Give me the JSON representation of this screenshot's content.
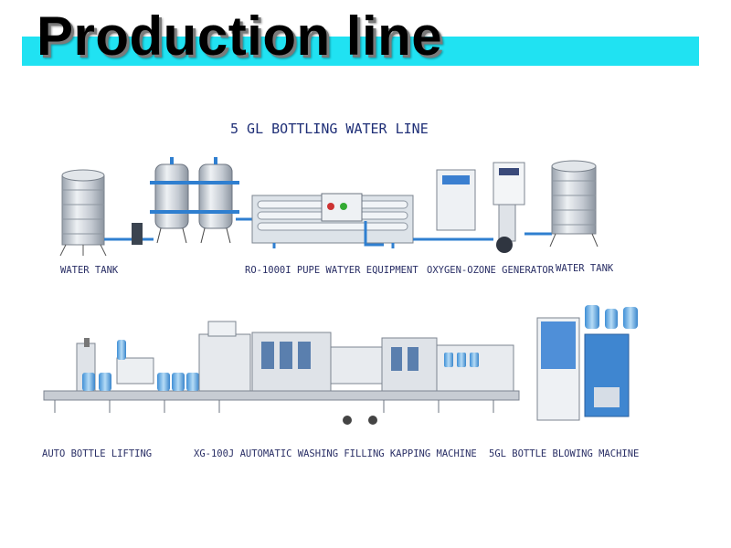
{
  "title": "Production line",
  "subtitle": "5 GL BOTTLING WATER LINE",
  "labels": {
    "water_tank_1": "WATER TANK",
    "ro_equipment": "RO-1000I PUPE WATYER EQUIPMENT",
    "ozone_generator": "OXYGEN-OZONE GENERATOR",
    "water_tank_2": "WATER TANK",
    "auto_lifting": "AUTO BOTTLE LIFTING",
    "washing_filling": "XG-100J AUTOMATIC WASHING FILLING KAPPING MACHINE",
    "blowing_machine": "5GL BOTTLE BLOWING MACHINE"
  },
  "colors": {
    "title_bar": "#20e2f2",
    "label_text": "#2a2f66",
    "pipe_blue": "#2f7fd0",
    "steel": "#c9ced6",
    "bottle_blue": "#6fb1e6"
  }
}
